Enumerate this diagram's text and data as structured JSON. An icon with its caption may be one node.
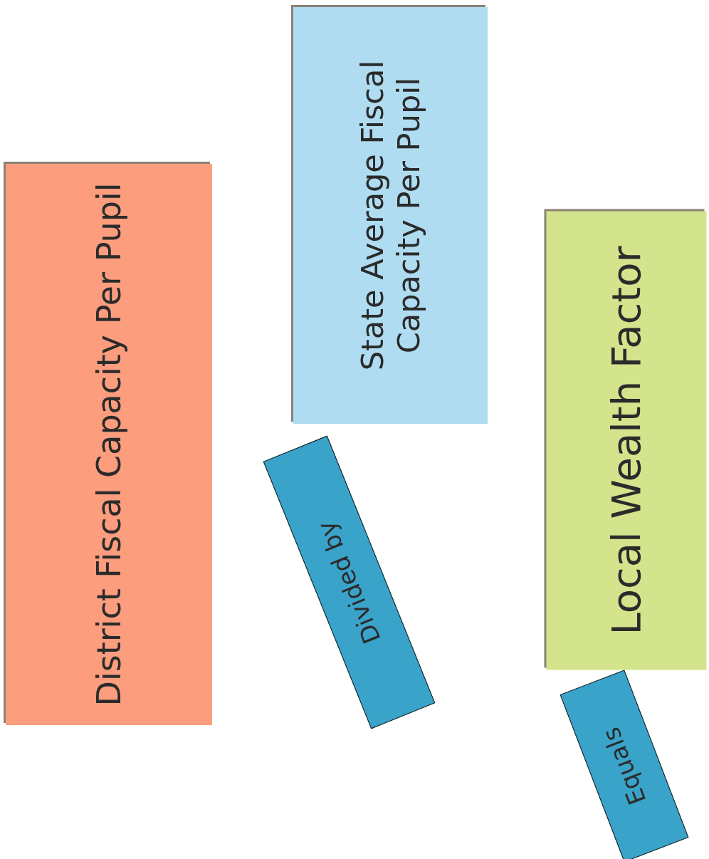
{
  "diagram": {
    "nodes": [
      {
        "text": [
          "District Fiscal Capacity Per Pupil"
        ]
      },
      {
        "text": [
          "State Average Fiscal Capacity Per Pupil"
        ]
      },
      {
        "text": [
          "Divided by"
        ]
      },
      {
        "text": [
          "Local Wealth Factor"
        ]
      },
      {
        "text": [
          "Equals"
        ]
      }
    ]
  }
}
